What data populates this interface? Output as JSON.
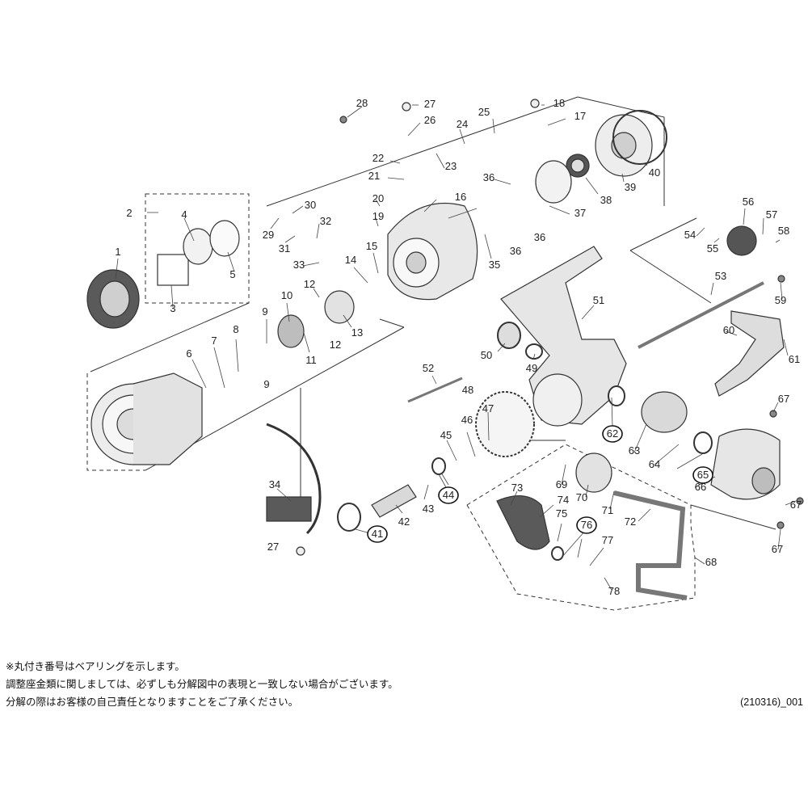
{
  "parts": [
    {
      "no": "1",
      "bearing": false
    },
    {
      "no": "2",
      "bearing": false
    },
    {
      "no": "3",
      "bearing": false
    },
    {
      "no": "4",
      "bearing": false
    },
    {
      "no": "5",
      "bearing": false
    },
    {
      "no": "6",
      "bearing": false
    },
    {
      "no": "7",
      "bearing": false
    },
    {
      "no": "8",
      "bearing": false
    },
    {
      "no": "9",
      "bearing": false
    },
    {
      "no": "10",
      "bearing": false
    },
    {
      "no": "11",
      "bearing": false
    },
    {
      "no": "12",
      "bearing": false
    },
    {
      "no": "13",
      "bearing": false
    },
    {
      "no": "14",
      "bearing": false
    },
    {
      "no": "15",
      "bearing": false
    },
    {
      "no": "16",
      "bearing": false
    },
    {
      "no": "17",
      "bearing": false
    },
    {
      "no": "18",
      "bearing": false
    },
    {
      "no": "19",
      "bearing": false
    },
    {
      "no": "20",
      "bearing": false
    },
    {
      "no": "21",
      "bearing": false
    },
    {
      "no": "22",
      "bearing": false
    },
    {
      "no": "23",
      "bearing": false
    },
    {
      "no": "24",
      "bearing": false
    },
    {
      "no": "25",
      "bearing": false
    },
    {
      "no": "26",
      "bearing": false
    },
    {
      "no": "27",
      "bearing": false
    },
    {
      "no": "28",
      "bearing": false
    },
    {
      "no": "29",
      "bearing": false
    },
    {
      "no": "30",
      "bearing": false
    },
    {
      "no": "31",
      "bearing": false
    },
    {
      "no": "32",
      "bearing": false
    },
    {
      "no": "33",
      "bearing": false
    },
    {
      "no": "34",
      "bearing": false
    },
    {
      "no": "35",
      "bearing": false
    },
    {
      "no": "36",
      "bearing": false
    },
    {
      "no": "37",
      "bearing": false
    },
    {
      "no": "38",
      "bearing": false
    },
    {
      "no": "39",
      "bearing": false
    },
    {
      "no": "40",
      "bearing": false
    },
    {
      "no": "41",
      "bearing": true
    },
    {
      "no": "42",
      "bearing": false
    },
    {
      "no": "43",
      "bearing": false
    },
    {
      "no": "44",
      "bearing": true
    },
    {
      "no": "45",
      "bearing": false
    },
    {
      "no": "46",
      "bearing": false
    },
    {
      "no": "47",
      "bearing": false
    },
    {
      "no": "48",
      "bearing": false
    },
    {
      "no": "49",
      "bearing": false
    },
    {
      "no": "50",
      "bearing": false
    },
    {
      "no": "51",
      "bearing": false
    },
    {
      "no": "52",
      "bearing": false
    },
    {
      "no": "53",
      "bearing": false
    },
    {
      "no": "54",
      "bearing": false
    },
    {
      "no": "55",
      "bearing": false
    },
    {
      "no": "56",
      "bearing": false
    },
    {
      "no": "57",
      "bearing": false
    },
    {
      "no": "58",
      "bearing": false
    },
    {
      "no": "59",
      "bearing": false
    },
    {
      "no": "60",
      "bearing": false
    },
    {
      "no": "61",
      "bearing": false
    },
    {
      "no": "62",
      "bearing": true
    },
    {
      "no": "63",
      "bearing": false
    },
    {
      "no": "64",
      "bearing": false
    },
    {
      "no": "65",
      "bearing": true
    },
    {
      "no": "66",
      "bearing": false
    },
    {
      "no": "67",
      "bearing": false
    },
    {
      "no": "68",
      "bearing": false
    },
    {
      "no": "69",
      "bearing": false
    },
    {
      "no": "70",
      "bearing": false
    },
    {
      "no": "71",
      "bearing": false
    },
    {
      "no": "72",
      "bearing": false
    },
    {
      "no": "73",
      "bearing": false
    },
    {
      "no": "74",
      "bearing": false
    },
    {
      "no": "75",
      "bearing": false
    },
    {
      "no": "76",
      "bearing": true
    },
    {
      "no": "77",
      "bearing": false
    },
    {
      "no": "78",
      "bearing": false
    }
  ],
  "notes": {
    "line1": "※丸付き番号はベアリングを示します。",
    "line2": "調整座金類に関しましては、必ずしも分解図中の表現と一致しない場合がございます。",
    "line3": "分解の際はお客様の自己責任となりますことをご了承ください。"
  },
  "diagram_code": "(210316)_001",
  "colors": {
    "line": "#333333",
    "part_fill": "#e6e6e6",
    "dark_part": "#5a5a5a"
  }
}
